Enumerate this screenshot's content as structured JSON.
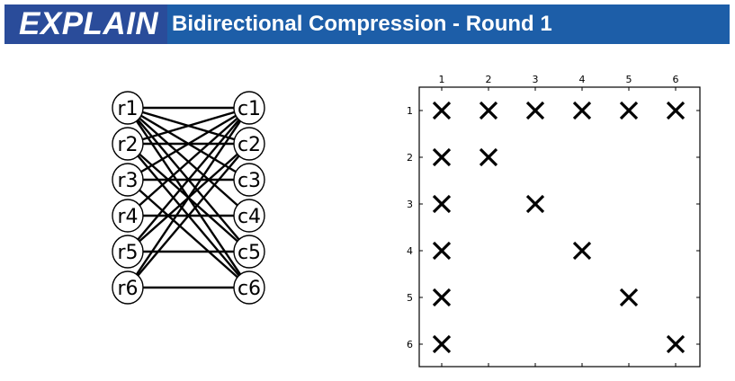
{
  "header": {
    "logo_text": "EXPLAIN",
    "title": "Bidirectional Compression - Round 1"
  },
  "colors": {
    "header_bg": "#1d5ea8",
    "logo_bg": "#2a4c9a",
    "text_light": "#ffffff",
    "ink": "#000000"
  },
  "graph": {
    "rows": [
      "r1",
      "r2",
      "r3",
      "r4",
      "r5",
      "r6"
    ],
    "cols": [
      "c1",
      "c2",
      "c3",
      "c4",
      "c5",
      "c6"
    ],
    "edges": [
      [
        "r1",
        "c1"
      ],
      [
        "r1",
        "c2"
      ],
      [
        "r1",
        "c3"
      ],
      [
        "r1",
        "c4"
      ],
      [
        "r1",
        "c5"
      ],
      [
        "r1",
        "c6"
      ],
      [
        "r2",
        "c1"
      ],
      [
        "r2",
        "c2"
      ],
      [
        "r2",
        "c5"
      ],
      [
        "r2",
        "c6"
      ],
      [
        "r3",
        "c1"
      ],
      [
        "r3",
        "c3"
      ],
      [
        "r3",
        "c6"
      ],
      [
        "r4",
        "c1"
      ],
      [
        "r4",
        "c4"
      ],
      [
        "r5",
        "c1"
      ],
      [
        "r5",
        "c2"
      ],
      [
        "r5",
        "c5"
      ],
      [
        "r6",
        "c1"
      ],
      [
        "r6",
        "c2"
      ],
      [
        "r6",
        "c6"
      ]
    ]
  },
  "matrix": {
    "x_ticks": [
      "1",
      "2",
      "3",
      "4",
      "5",
      "6"
    ],
    "y_ticks": [
      "1",
      "2",
      "3",
      "4",
      "5",
      "6"
    ],
    "cells": [
      [
        1,
        1
      ],
      [
        1,
        2
      ],
      [
        1,
        3
      ],
      [
        1,
        4
      ],
      [
        1,
        5
      ],
      [
        1,
        6
      ],
      [
        2,
        1
      ],
      [
        2,
        2
      ],
      [
        3,
        1
      ],
      [
        3,
        3
      ],
      [
        4,
        1
      ],
      [
        4,
        4
      ],
      [
        5,
        1
      ],
      [
        5,
        5
      ],
      [
        6,
        1
      ],
      [
        6,
        6
      ]
    ]
  }
}
